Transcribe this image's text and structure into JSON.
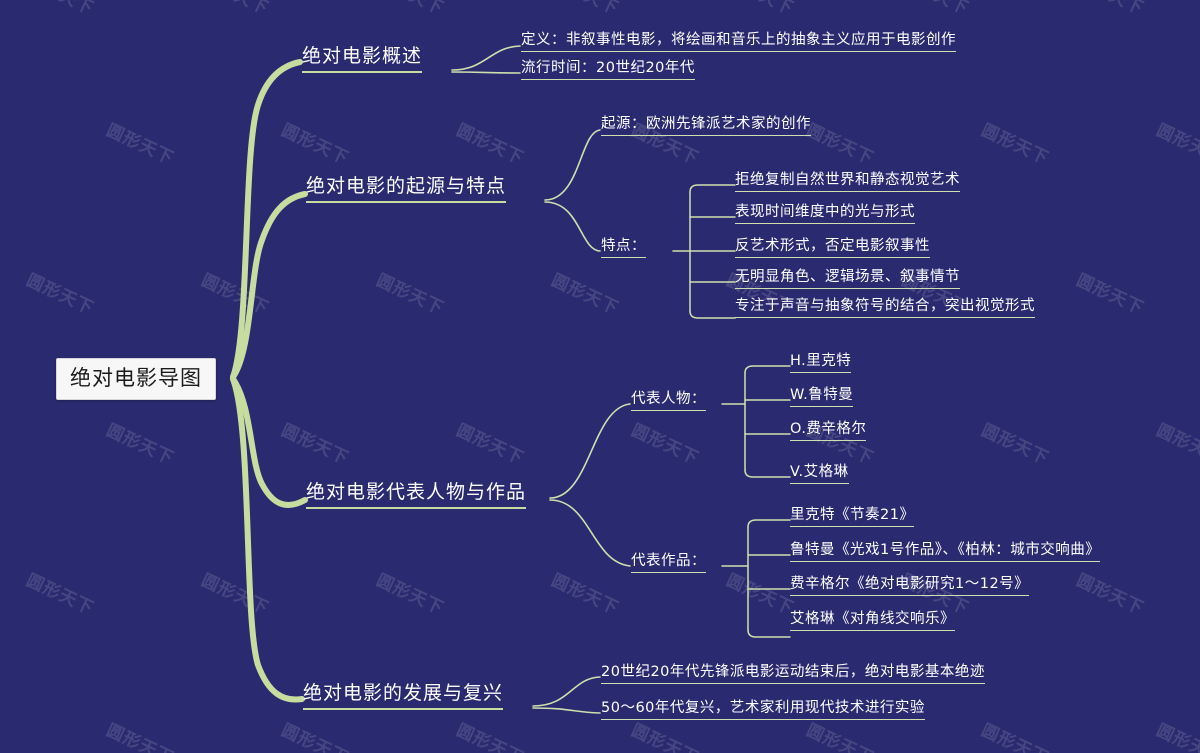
{
  "canvas": {
    "background_color": "#2a2a70",
    "branch_color": "#c7dda0",
    "link_color": "#cfe0ae",
    "text_color": "#ffffff",
    "root_bg_color": "#f7f7f7",
    "root_text_color": "#1b1b1b",
    "watermark_text": "圆形天下"
  },
  "root": {
    "label": "绝对电影导图"
  },
  "branches": [
    {
      "label": "绝对电影概述",
      "children": [
        {
          "label": "定义：非叙事性电影，将绘画和音乐上的抽象主义应用于电影创作"
        },
        {
          "label": "流行时间：20世纪20年代"
        }
      ]
    },
    {
      "label": "绝对电影的起源与特点",
      "children": [
        {
          "label": "起源：欧洲先锋派艺术家的创作"
        },
        {
          "label": "特点：",
          "children": [
            {
              "label": "拒绝复制自然世界和静态视觉艺术"
            },
            {
              "label": "表现时间维度中的光与形式"
            },
            {
              "label": "反艺术形式，否定电影叙事性"
            },
            {
              "label": "无明显角色、逻辑场景、叙事情节"
            },
            {
              "label": "专注于声音与抽象符号的结合，突出视觉形式"
            }
          ]
        }
      ]
    },
    {
      "label": "绝对电影代表人物与作品",
      "children": [
        {
          "label": "代表人物：",
          "children": [
            {
              "label": "H.里克特"
            },
            {
              "label": "W.鲁特曼"
            },
            {
              "label": "O.费辛格尔"
            },
            {
              "label": "V.艾格琳"
            }
          ]
        },
        {
          "label": "代表作品：",
          "children": [
            {
              "label": "里克特《节奏21》"
            },
            {
              "label": "鲁特曼《光戏1号作品》、《柏林：城市交响曲》"
            },
            {
              "label": "费辛格尔《绝对电影研究1～12号》"
            },
            {
              "label": "艾格琳《对角线交响乐》"
            }
          ]
        }
      ]
    },
    {
      "label": "绝对电影的发展与复兴",
      "children": [
        {
          "label": "20世纪20年代先锋派电影运动结束后，绝对电影基本绝迹"
        },
        {
          "label": "50～60年代复兴，艺术家利用现代技术进行实验"
        }
      ]
    }
  ]
}
